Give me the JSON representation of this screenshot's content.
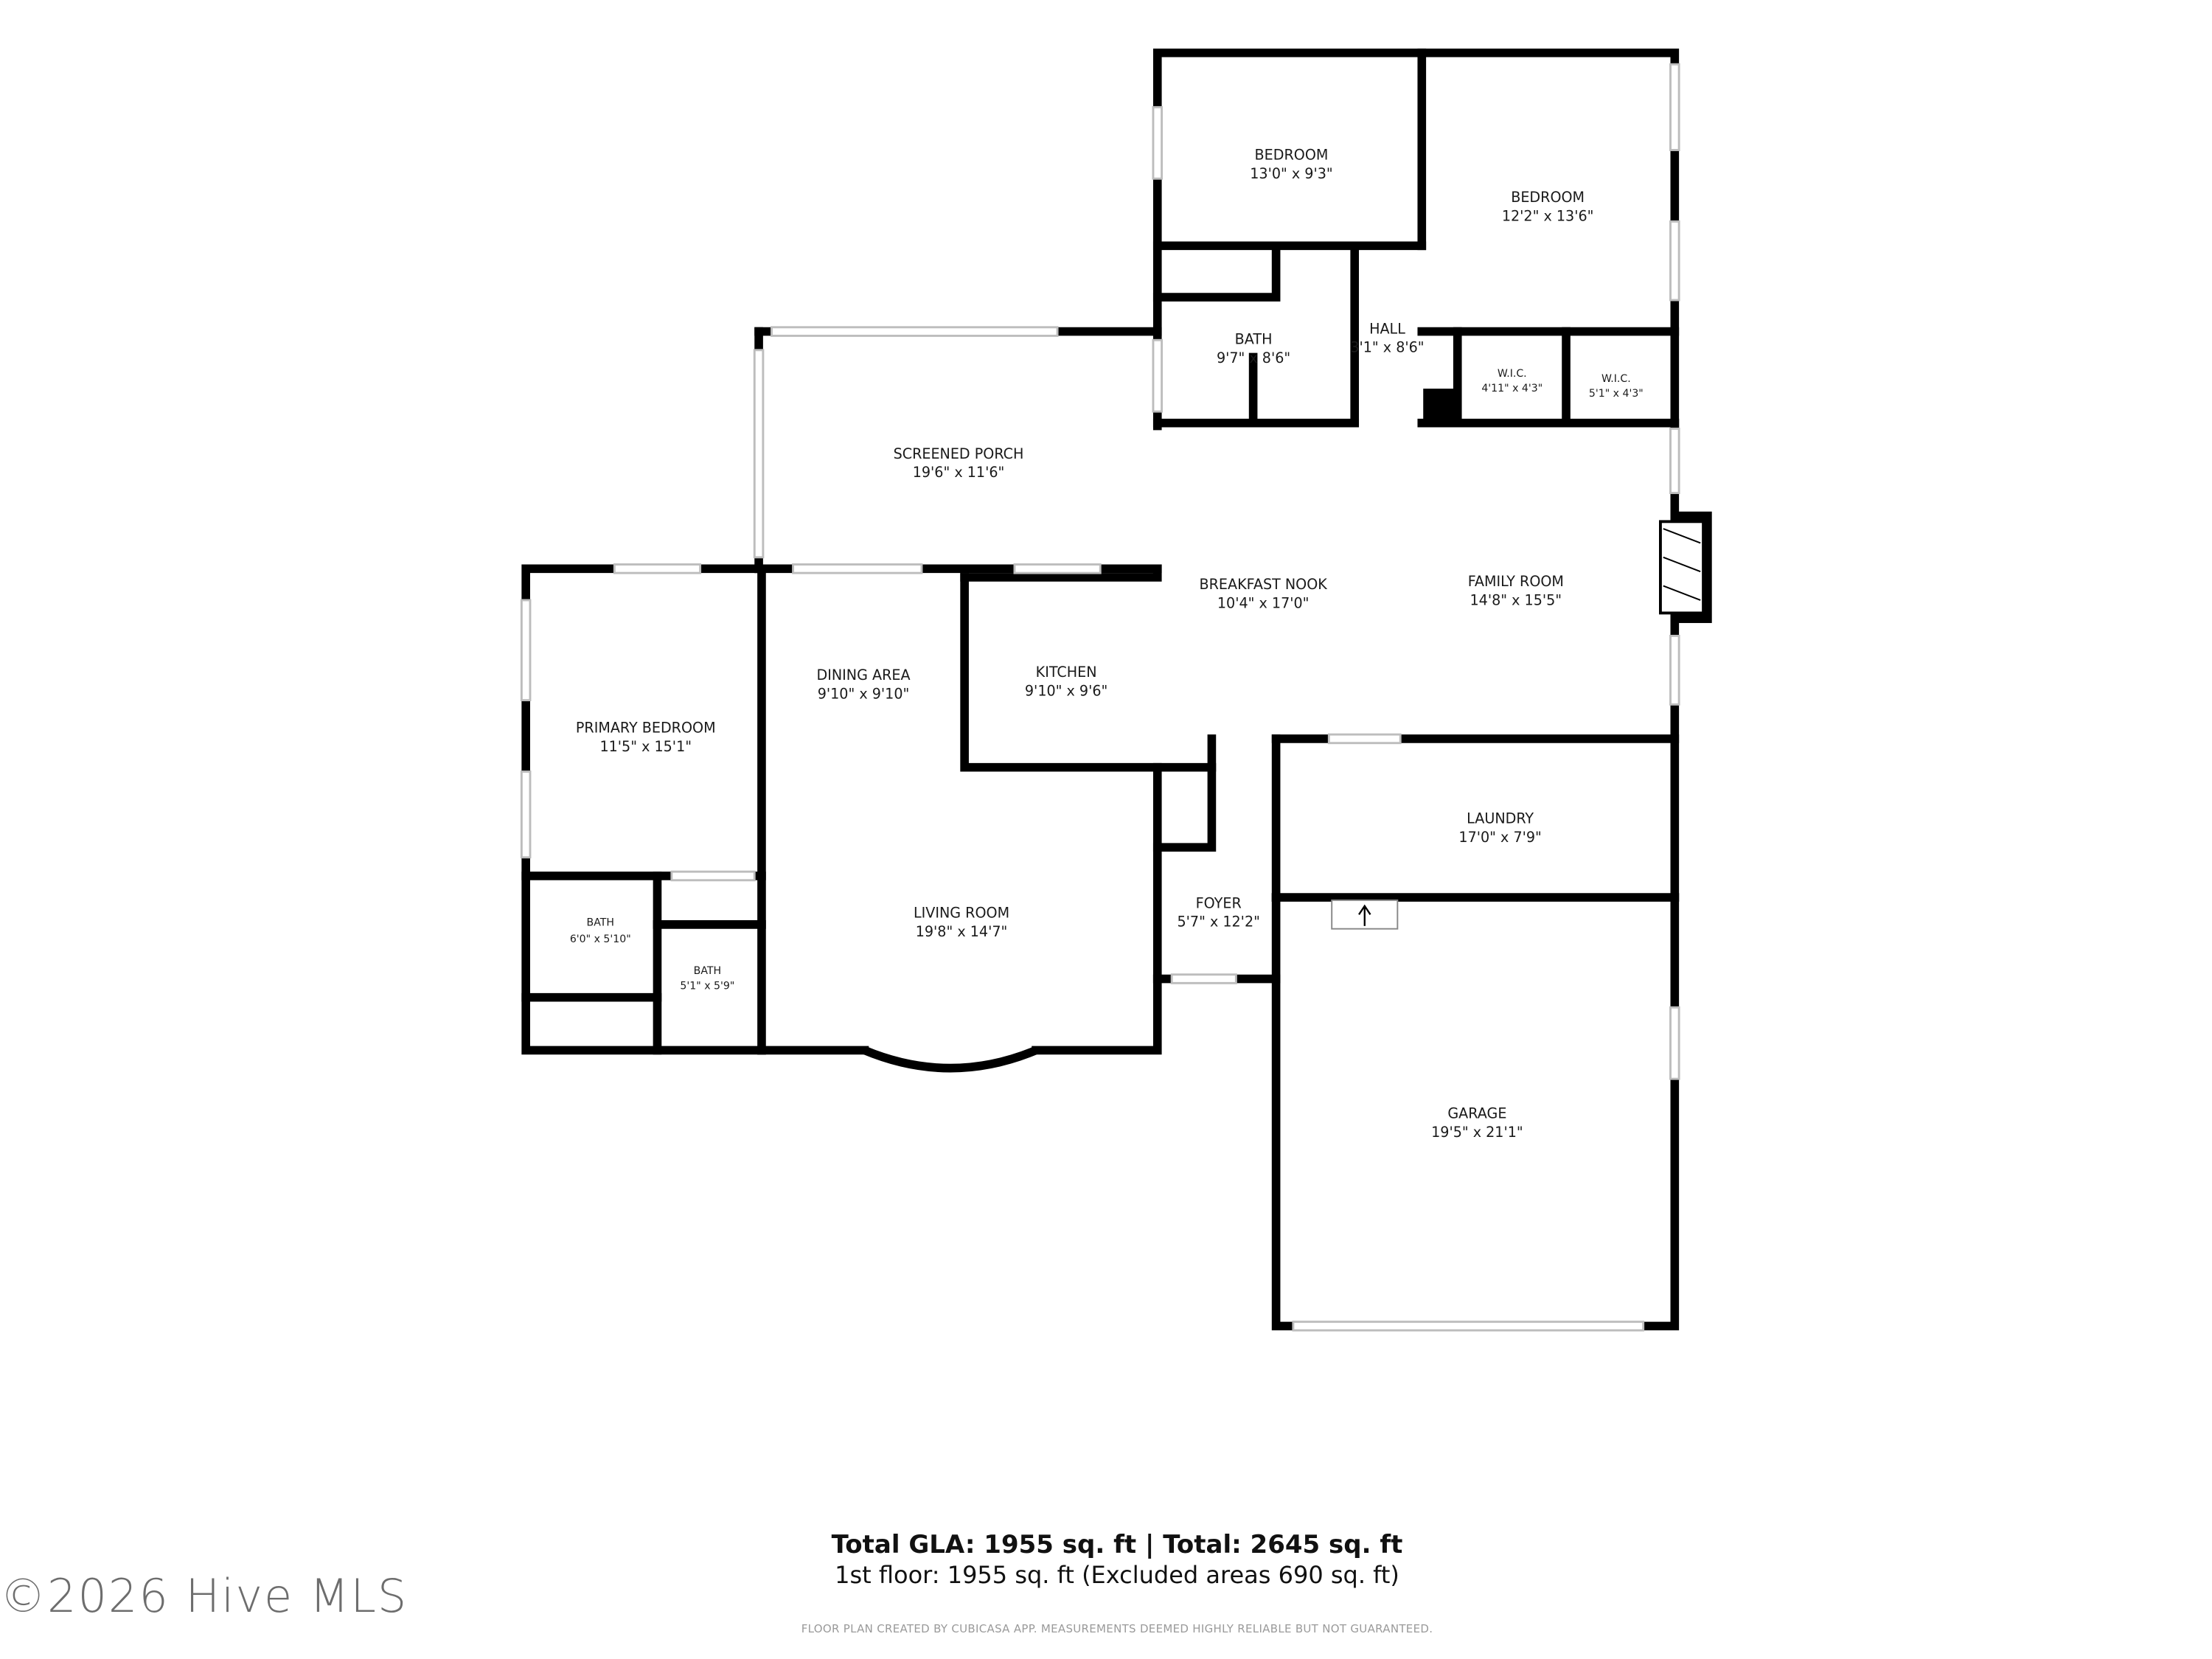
{
  "rooms": {
    "bedroom_1": {
      "name": "BEDROOM",
      "dims": "13'0\" x 9'3\""
    },
    "bedroom_2": {
      "name": "BEDROOM",
      "dims": "12'2\" x 13'6\""
    },
    "bath_upper": {
      "name": "BATH",
      "dims": "9'7\" x 8'6\""
    },
    "hall": {
      "name": "HALL",
      "dims": "3'1\" x 8'6\""
    },
    "wic_1": {
      "name": "W.I.C.",
      "dims": "4'11\" x 4'3\""
    },
    "wic_2": {
      "name": "W.I.C.",
      "dims": "5'1\" x 4'3\""
    },
    "screened_porch": {
      "name": "SCREENED PORCH",
      "dims": "19'6\" x 11'6\""
    },
    "breakfast_nook": {
      "name": "BREAKFAST NOOK",
      "dims": "10'4\" x 17'0\""
    },
    "family_room": {
      "name": "FAMILY ROOM",
      "dims": "14'8\" x 15'5\""
    },
    "dining_area": {
      "name": "DINING AREA",
      "dims": "9'10\" x 9'10\""
    },
    "kitchen": {
      "name": "KITCHEN",
      "dims": "9'10\" x 9'6\""
    },
    "primary_bedroom": {
      "name": "PRIMARY BEDROOM",
      "dims": "11'5\" x 15'1\""
    },
    "laundry": {
      "name": "LAUNDRY",
      "dims": "17'0\" x 7'9\""
    },
    "living_room": {
      "name": "LIVING ROOM",
      "dims": "19'8\" x 14'7\""
    },
    "foyer": {
      "name": "FOYER",
      "dims": "5'7\" x 12'2\""
    },
    "bath_primary": {
      "name": "BATH",
      "dims": "6'0\" x 5'10\""
    },
    "bath_small": {
      "name": "BATH",
      "dims": "5'1\" x 5'9\""
    },
    "garage": {
      "name": "GARAGE",
      "dims": "19'5\" x 21'1\""
    }
  },
  "summary": {
    "total_line": "Total GLA: 1955 sq. ft | Total: 2645 sq. ft",
    "floor_line": "1st floor: 1955 sq. ft (Excluded areas 690 sq. ft)",
    "disclaimer": "FLOOR PLAN CREATED BY CUBICASA APP. MEASUREMENTS DEEMED HIGHLY RELIABLE BUT NOT GUARANTEED."
  },
  "watermark": "©2026 Hive MLS",
  "colors": {
    "wall": "#000000",
    "window": "#bdbdbd",
    "background": "#ffffff"
  }
}
